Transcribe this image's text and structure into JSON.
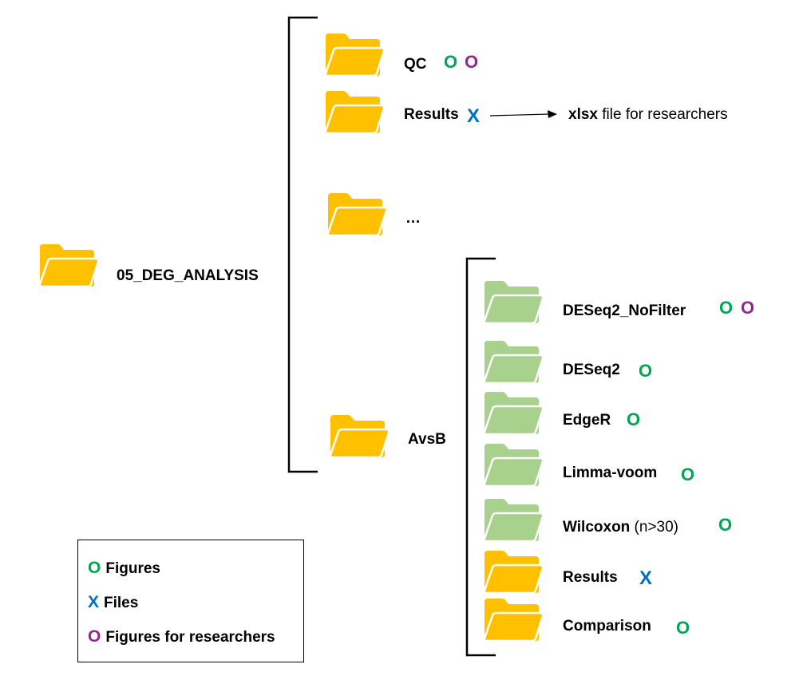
{
  "colors": {
    "folder_yellow": "#ffc000",
    "folder_green": "#a9d18e",
    "marker_figures": "#00a651",
    "marker_files": "#0070c0",
    "marker_figures_researchers": "#92278f"
  },
  "symbols": {
    "figures": "O",
    "files": "X",
    "researchers": "O"
  },
  "root": {
    "label": "05_DEG_ANALYSIS",
    "icon": "folder-icon"
  },
  "level1": {
    "qc": {
      "label": "QC"
    },
    "results": {
      "label": "Results",
      "arrow_bold": "xlsx",
      "arrow_text": " file for researchers"
    },
    "ellipsis": {
      "label": "…"
    },
    "avsb": {
      "label": "AvsB"
    }
  },
  "level2": {
    "deseq2_nofilter": {
      "label": "DESeq2_NoFilter"
    },
    "deseq2": {
      "label": "DESeq2"
    },
    "edger": {
      "label": "EdgeR"
    },
    "limma": {
      "label": "Limma-voom"
    },
    "wilcoxon": {
      "label": "Wilcoxon",
      "note": " (n>30)"
    },
    "results": {
      "label": "Results"
    },
    "comparison": {
      "label": "Comparison"
    }
  },
  "legend": {
    "figures": "Figures",
    "files": "Files",
    "researchers": "Figures for researchers"
  }
}
